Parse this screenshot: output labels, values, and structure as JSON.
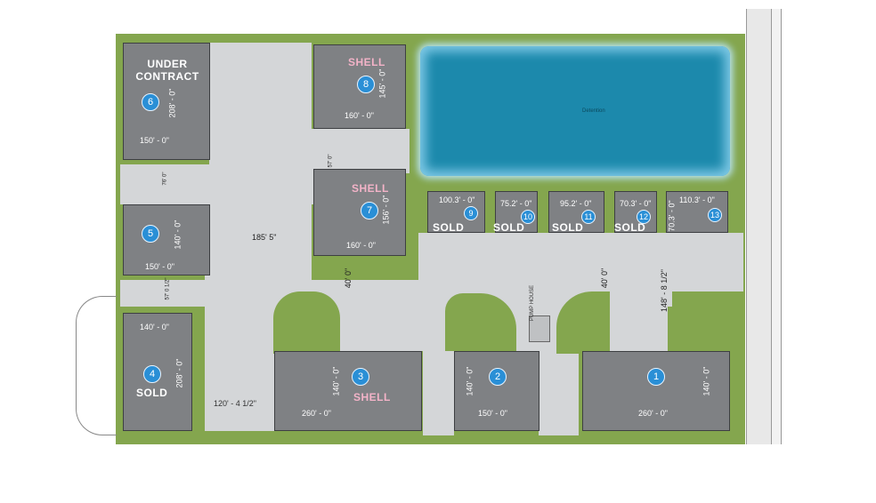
{
  "pond_label": "Detention",
  "colors": {
    "grass": "#84a64e",
    "pavement": "#d4d6d8",
    "building": "#7f8184",
    "pond": "#1c89ac",
    "badge": "#2a8fd6"
  },
  "buildings": [
    {
      "id": "b1",
      "num": "1",
      "status": "",
      "w": "260' - 0\"",
      "h": "140' - 0\""
    },
    {
      "id": "b2",
      "num": "2",
      "status": "",
      "w": "150' - 0\"",
      "h": "140' - 0\""
    },
    {
      "id": "b3",
      "num": "3",
      "status": "SHELL",
      "w": "260' - 0\"",
      "h": "140' - 0\""
    },
    {
      "id": "b4",
      "num": "4",
      "status": "SOLD",
      "w": "140' - 0\"",
      "h": "208' - 0\"",
      "w2": "120' - 4 1/2\""
    },
    {
      "id": "b5",
      "num": "5",
      "status": "",
      "w": "150' - 0\"",
      "h": "140' - 0\""
    },
    {
      "id": "b6",
      "num": "6",
      "status": "UNDER CONTRACT",
      "w": "150' - 0\"",
      "h": "208' - 0\""
    },
    {
      "id": "b7",
      "num": "7",
      "status": "SHELL",
      "w": "160' - 0\"",
      "h": "156' - 0\""
    },
    {
      "id": "b8",
      "num": "8",
      "status": "SHELL",
      "w": "160' - 0\"",
      "h": "145' - 0\""
    },
    {
      "id": "b9",
      "num": "9",
      "status": "SOLD",
      "w": "100.3' - 0\""
    },
    {
      "id": "b10",
      "num": "10",
      "status": "SOLD",
      "w": "75.2' - 0\""
    },
    {
      "id": "b11",
      "num": "11",
      "status": "SOLD",
      "w": "95.2' - 0\""
    },
    {
      "id": "b12",
      "num": "12",
      "status": "SOLD",
      "w": "70.3' - 0\""
    },
    {
      "id": "b13",
      "num": "13",
      "status": "",
      "w": "110.3' - 0\"",
      "h": "70.3' - 0\""
    }
  ],
  "dims": {
    "d1": "185' 5\"",
    "d2": "40' 0\"",
    "d3": "40' 0\"",
    "d4": "148' - 8 1/2\"",
    "d5": "76' 0\"",
    "d6": "57' 0\"",
    "d7": "57' 0 1/2\""
  },
  "pump_label": "PUMP HOUSE"
}
